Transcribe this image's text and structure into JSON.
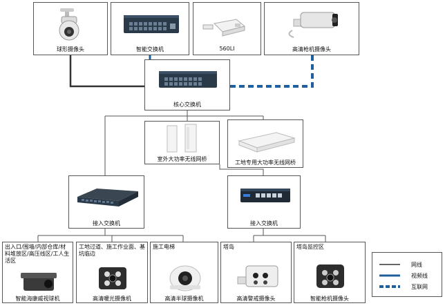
{
  "top": {
    "dome_camera": "球形摄像头",
    "smart_switch": "智能交换机",
    "bridge_560": "560LI",
    "hd_bullet_top": "高清枪机摄像头"
  },
  "core_switch": "核心交换机",
  "bridges": {
    "outdoor": "室外大功率无线网桥",
    "site": "工地专用大功率无线网桥"
  },
  "access": {
    "left": "接入交换机",
    "right": "接入交换机"
  },
  "bottom": [
    {
      "desc": "出入口/围墙/内部仓库/材料堆放区/高压线区/工人生活区",
      "label": "智能海康威视球机"
    },
    {
      "desc": "工地过道、施工作业面、基坑临边",
      "label": "高清暖光摄像机"
    },
    {
      "desc": "施工电梯",
      "label": "高清半球摄像机"
    },
    {
      "desc": "塔岛",
      "label": "高清警戒摄像头"
    },
    {
      "desc": "塔岛监控区",
      "label": "智能枪机摄像头"
    }
  ],
  "legend": {
    "network": "网线",
    "video": "视频线",
    "internet": "互联网"
  },
  "colors": {
    "network": "#333333",
    "video": "#1f5f9e",
    "internet": "#1f5f9e"
  }
}
